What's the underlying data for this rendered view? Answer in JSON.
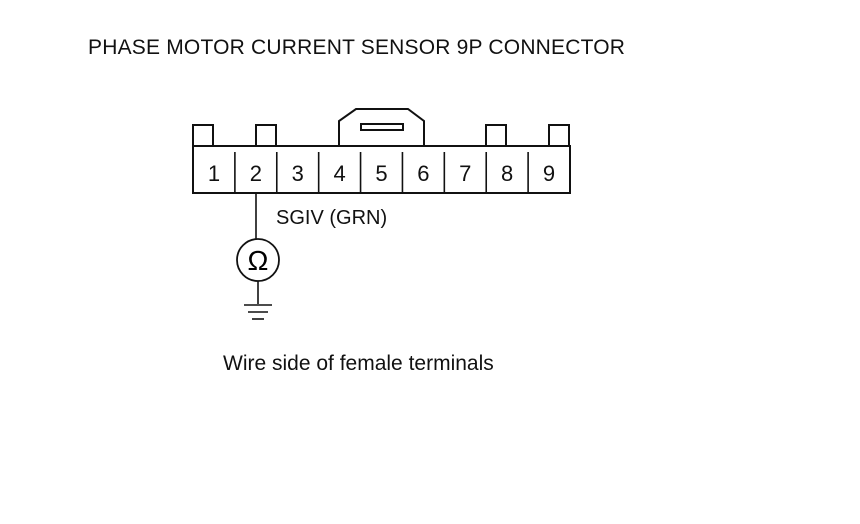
{
  "title": "PHASE MOTOR CURRENT SENSOR 9P CONNECTOR",
  "connector": {
    "terminals": [
      "1",
      "2",
      "3",
      "4",
      "5",
      "6",
      "7",
      "8",
      "9"
    ],
    "probed_terminal": "2"
  },
  "wire_label": "SGIV (GRN)",
  "meter_symbol": "Ω",
  "meter_icon": "ohmmeter-icon",
  "ground_icon": "ground-icon",
  "caption": "Wire side of female terminals"
}
